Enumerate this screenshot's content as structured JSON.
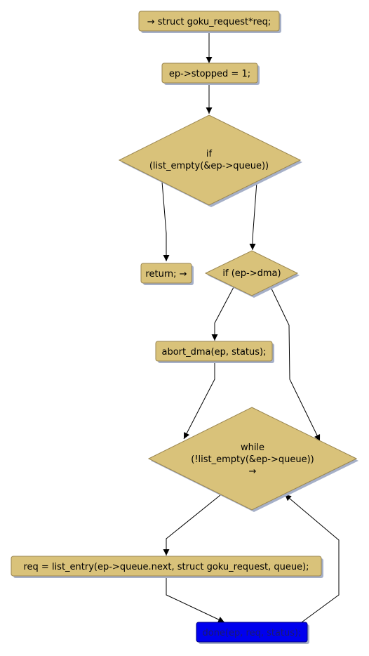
{
  "colors": {
    "node_fill": "#d9c27a",
    "node_stroke": "#9a8650",
    "shadow": "#a6b0c8",
    "highlight_fill": "#0000ee",
    "edge": "#000000"
  },
  "nodes": {
    "entry": "→ struct goku_request*req;",
    "stopped": "ep->stopped = 1;",
    "if_empty_line1": "if",
    "if_empty_line2": "(list_empty(&ep->queue))",
    "return": "return; →",
    "if_dma": "if (ep->dma)",
    "abort_dma": "abort_dma(ep, status);",
    "while_line1": "while",
    "while_line2": "(!list_empty(&ep->queue))",
    "while_line3": "→",
    "req_assign": "req = list_entry(ep->queue.next, struct goku_request, queue);",
    "done": "done(ep, req, status);"
  }
}
